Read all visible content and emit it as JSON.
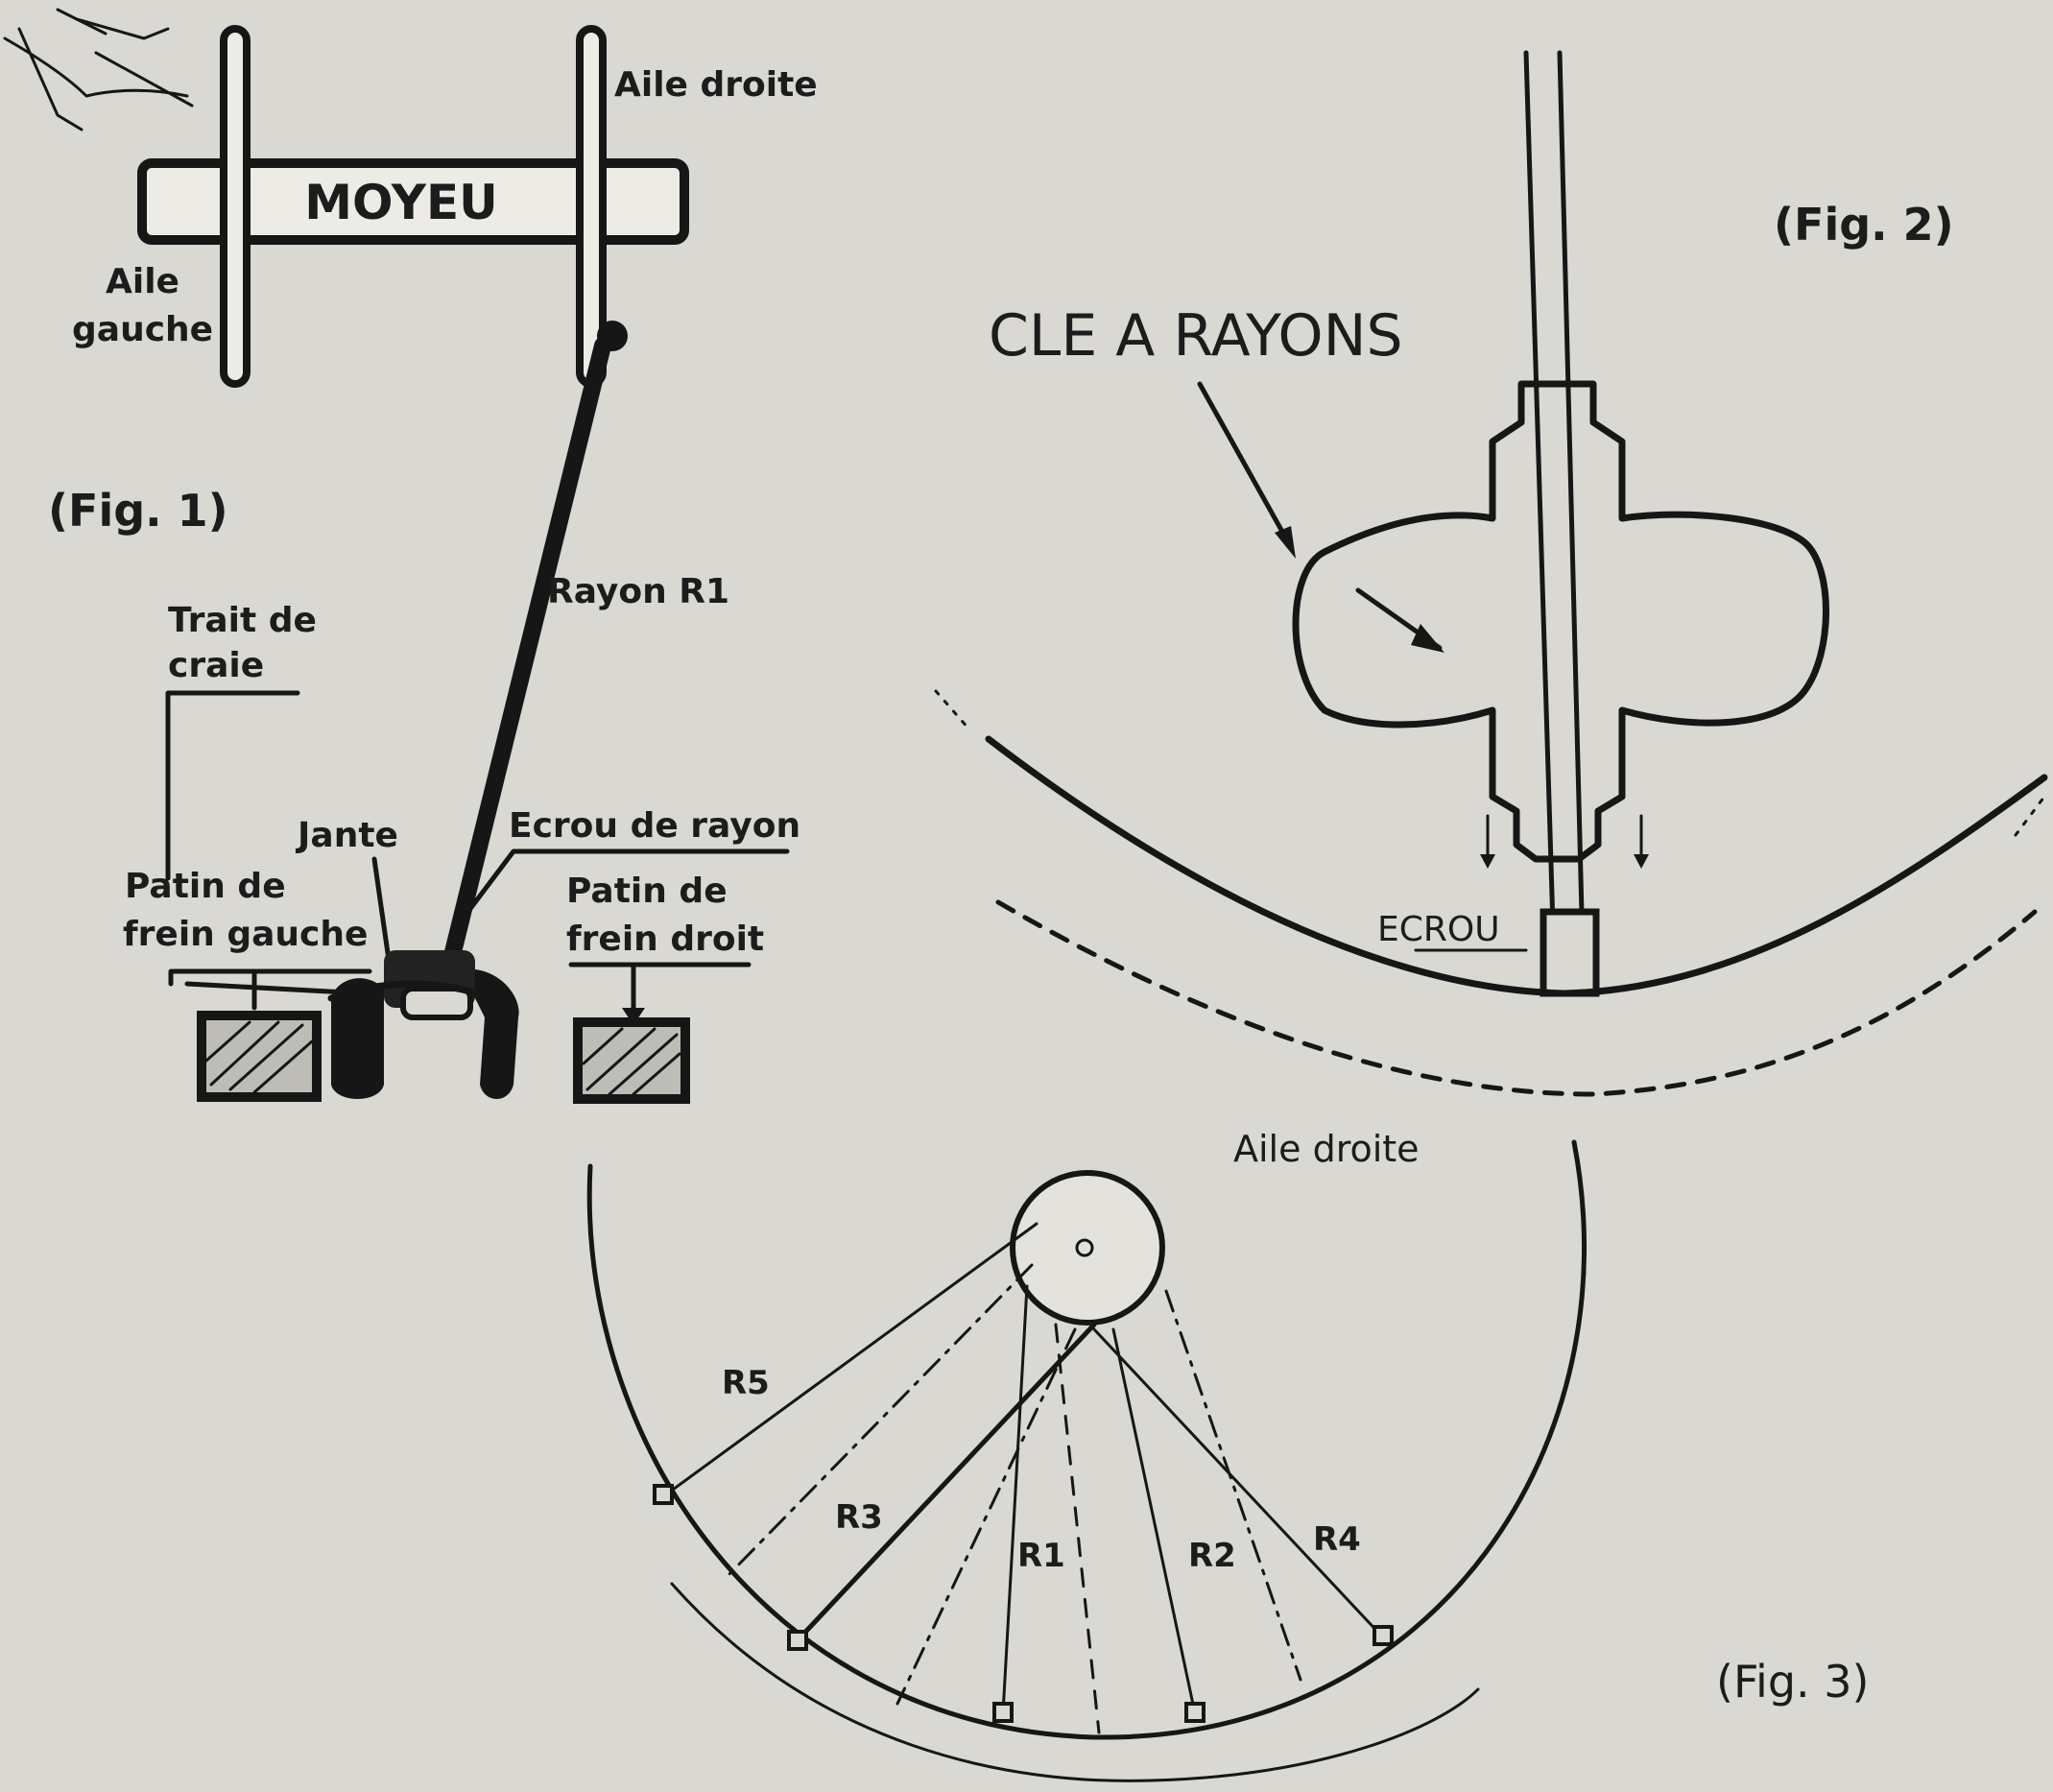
{
  "fig1": {
    "caption": "(Fig. 1)",
    "hub": "MOYEU",
    "right_flange": "Aile droite",
    "left_flange_line1": "Aile",
    "left_flange_line2": "gauche",
    "spoke": "Rayon R1",
    "chalk_line1": "Trait de",
    "chalk_line2": "craie",
    "rim": "Jante",
    "nipple": "Ecrou de rayon",
    "left_pad_line1": "Patin de",
    "left_pad_line2": "frein gauche",
    "right_pad_line1": "Patin de",
    "right_pad_line2": "frein droit"
  },
  "fig2": {
    "caption": "(Fig. 2)",
    "wrench": "CLE A RAYONS",
    "nut": "ECROU"
  },
  "fig3": {
    "caption": "(Fig. 3)",
    "flange": "Aile droite",
    "spokes": [
      "R1",
      "R2",
      "R3",
      "R4",
      "R5"
    ]
  }
}
